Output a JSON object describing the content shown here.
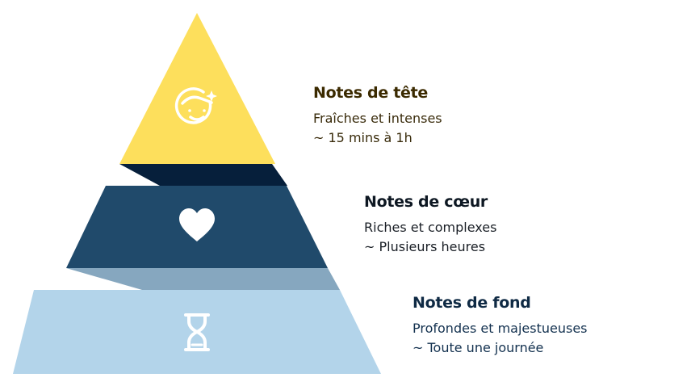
{
  "colors": {
    "top_tier": "#fddf5c",
    "top_shadow": "#061f3b",
    "middle_tier": "#204a6b",
    "middle_shadow": "#86a7bf",
    "bottom_tier": "#b3d4ea",
    "icon": "#ffffff"
  },
  "tiers": [
    {
      "id": "top",
      "title": "Notes de tête",
      "line1": "Fraîches et intenses",
      "line2": "~ 15 mins à 1h",
      "icon": "smiling-face-sparkle-icon"
    },
    {
      "id": "middle",
      "title": "Notes de cœur",
      "line1": "Riches et complexes",
      "line2": "~ Plusieurs heures",
      "icon": "heart-icon"
    },
    {
      "id": "bottom",
      "title": "Notes de fond",
      "line1": "Profondes et majestueuses",
      "line2": "~ Toute une journée",
      "icon": "hourglass-icon"
    }
  ]
}
